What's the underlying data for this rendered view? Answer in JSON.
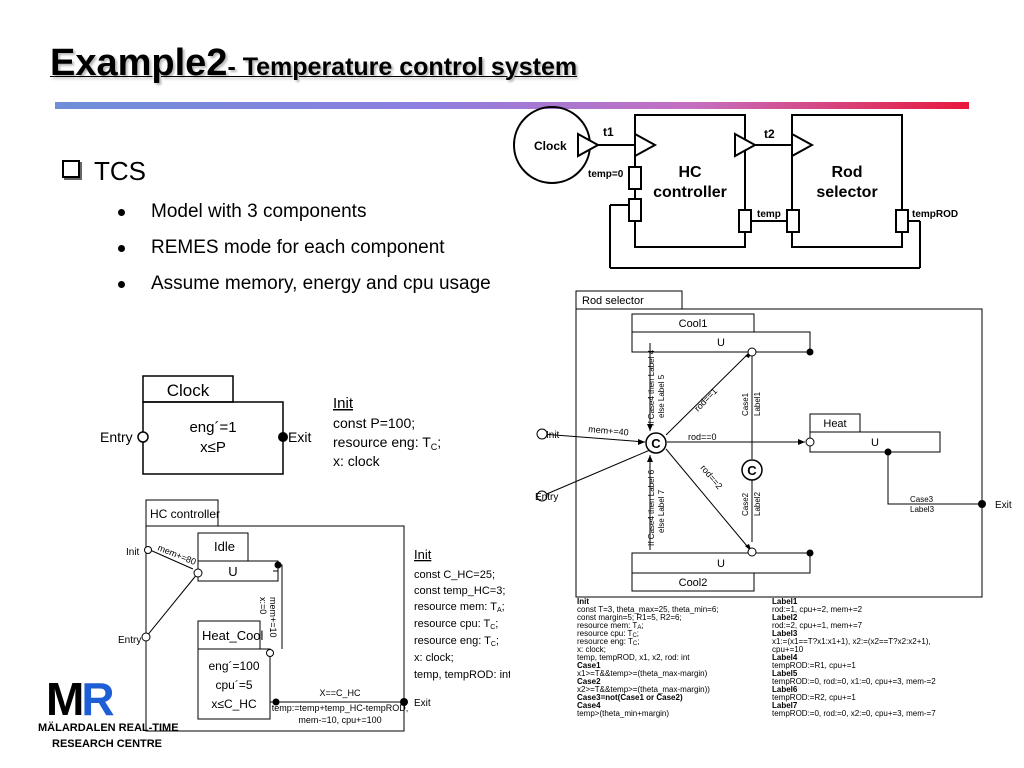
{
  "slide": {
    "title_main": "Example2",
    "title_sub": "- Temperature control system",
    "heading": "TCS",
    "bullets": [
      "Model with 3 components",
      "REMES mode for each component",
      "Assume memory, energy and cpu usage"
    ]
  },
  "tcs_diagram": {
    "clock": "Clock",
    "t1": "t1",
    "t2": "t2",
    "hc_line1": "HC",
    "hc_line2": "controller",
    "rod_line1": "Rod",
    "rod_line2": "selector",
    "temp0": "temp=0",
    "temp": "temp",
    "tempROD": "tempROD"
  },
  "clock_mode": {
    "name": "Clock",
    "line1": "eng´=1",
    "line2": "x≤P",
    "entry": "Entry",
    "exit": "Exit",
    "init_title": "Init",
    "init_lines": [
      "const P=100;",
      "resource eng: T",
      "x: clock"
    ],
    "sub_c": "C",
    "semicolon": ";"
  },
  "hc_mode": {
    "name": "HC controller",
    "idle": "Idle",
    "u": "U",
    "heat_cool": "Heat_Cool",
    "hc_lines": [
      "eng´=100",
      "cpu´=5",
      "x≤C_HC"
    ],
    "init": "Init",
    "entry": "Entry",
    "exit": "Exit",
    "mem_label": "mem+=80",
    "x_reset": "x:=0",
    "mem10": "mem+=10",
    "guard": "X==C_HC",
    "update1": "temp:=temp+temp_HC-tempROD,",
    "update2": "mem-=10, cpu+=100",
    "init_title": "Init",
    "init_lines": [
      "const C_HC=25;",
      "const temp_HC=3;",
      "resource mem: T",
      "resource cpu: T",
      "resource eng: T",
      "x: clock;",
      "temp, tempROD: int"
    ],
    "subs": [
      "A",
      "C",
      "C"
    ],
    "semicolon": ";"
  },
  "rod_mode": {
    "name": "Rod selector",
    "cool1": "Cool1",
    "cool2": "Cool2",
    "heat": "Heat",
    "u": "U",
    "c": "C",
    "init": "Init",
    "entry": "Entry",
    "exit": "Exit",
    "mem40": "mem+=40",
    "rod0": "rod==0",
    "rod1": "rod==1",
    "rod2": "rod==2",
    "case4_label4": "If Case4 then Label 4",
    "else_label5": "else Label 5",
    "case4_label6": "If Case4 then Label 6",
    "else_label7": "else Label 7",
    "case1": "Case1",
    "label1": "Label1",
    "case2": "Case2",
    "label2": "Label2",
    "case3": "Case3",
    "label3": "Label3",
    "left_lines": [
      "Init",
      "const T=3, theta_max=25, theta_min=6;",
      "const margin=5; R1=5, R2=6;",
      "resource mem: T",
      "resource cpu: T",
      "resource eng: T",
      "x: clock;",
      "temp, tempROD, x1, x2, rod: int",
      "Case1",
      "x1>=T&&temp>=(theta_max-margin)",
      "Case2",
      "x2>=T&&temp>=(theta_max-margin))",
      "Case3=not(Case1 or Case2)",
      "Case4",
      "temp>(theta_min+margin)"
    ],
    "right_lines": [
      "Label1",
      "rod:=1, cpu+=2, mem+=2",
      "Label2",
      "rod:=2, cpu+=1, mem+=7",
      "Label3",
      "x1:=(x1==T?x1:x1+1), x2:=(x2==T?x2:x2+1),",
      "cpu+=10",
      "Label4",
      "tempROD:=R1, cpu+=1",
      "Label5",
      "tempROD:=0, rod:=0, x1:=0, cpu+=3, mem-=2",
      "Label6",
      "tempROD:=R2,  cpu+=1",
      "Label7",
      "tempROD:=0, rod:=0, x2:=0, cpu+=3, mem-=7"
    ],
    "subs": [
      "A",
      "C",
      "C"
    ],
    "semicolon": ";"
  },
  "logo": {
    "letters": "MR",
    "line1": "MÄLARDALEN REAL-TIME",
    "line2": "RESEARCH CENTRE"
  },
  "colors": {
    "rule_start": "#6f8fd8",
    "rule_end": "#e8193c",
    "logo_accent": "#1f5fd6"
  }
}
